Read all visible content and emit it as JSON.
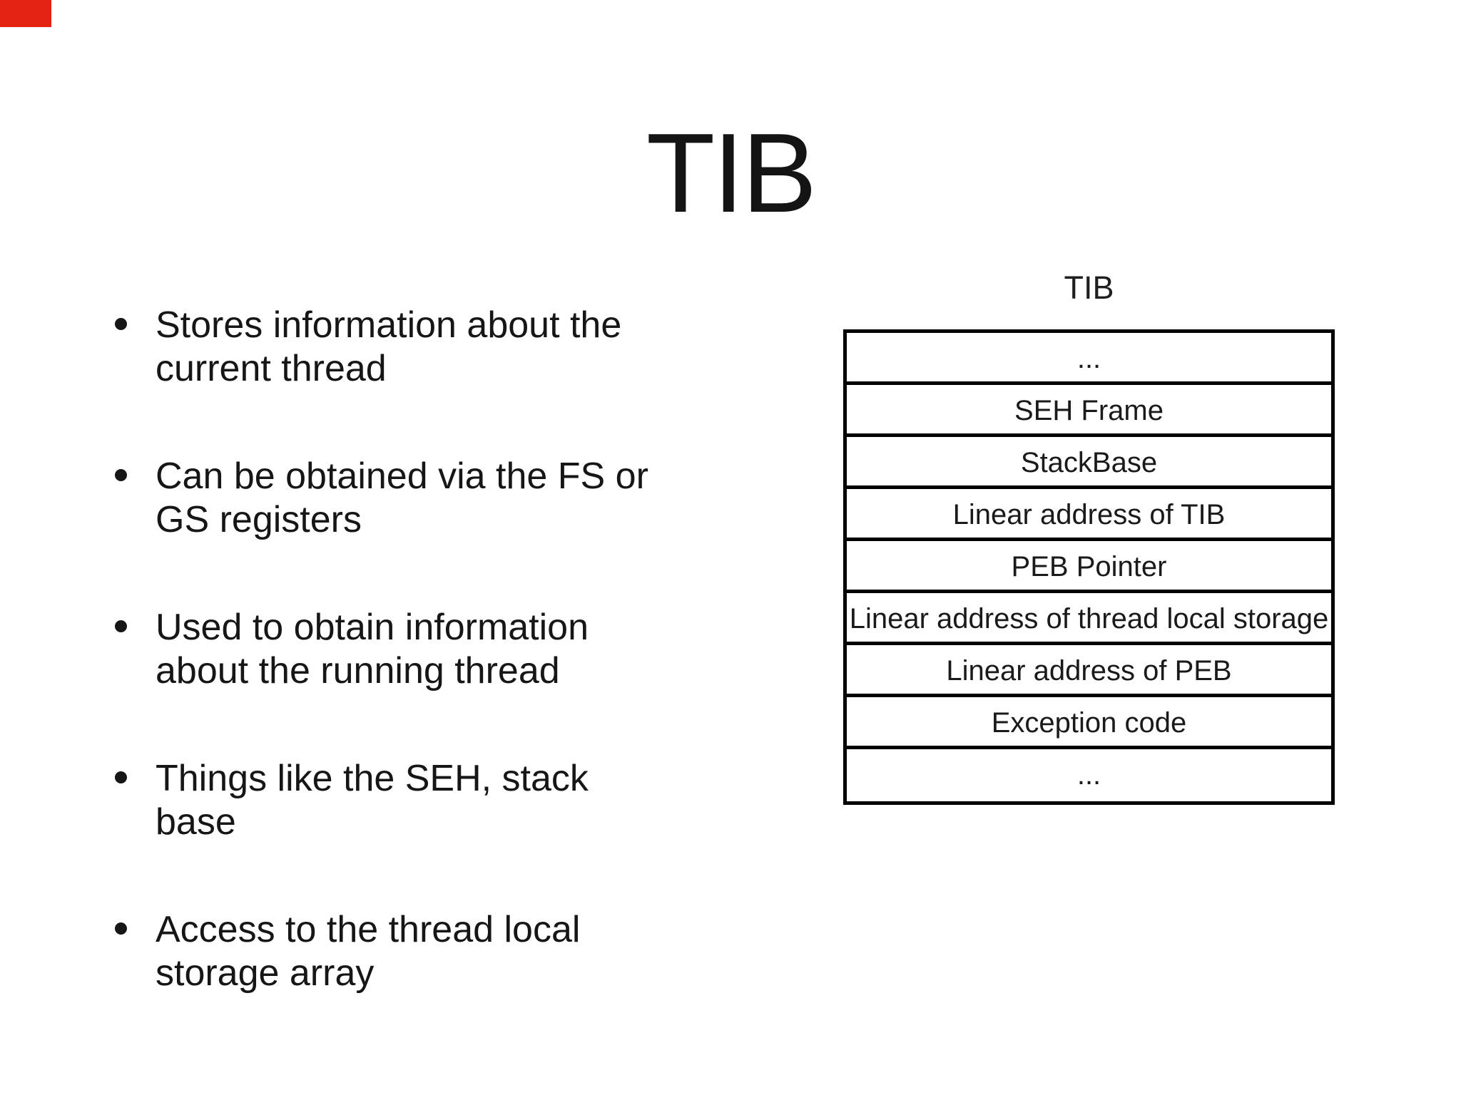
{
  "slide": {
    "title": "TIB",
    "corner_marker_color": "#e42313"
  },
  "bullets": [
    {
      "lines": [
        "Stores information about the",
        "current thread"
      ]
    },
    {
      "lines": [
        "Can be obtained via the FS or",
        "GS registers"
      ]
    },
    {
      "lines": [
        "Used to obtain information",
        "about the running thread"
      ]
    },
    {
      "lines": [
        "Things like the SEH, stack",
        "base"
      ]
    },
    {
      "lines": [
        "Access to the thread local",
        "storage array"
      ]
    }
  ],
  "diagram": {
    "label": "TIB",
    "rows": [
      "...",
      "SEH Frame",
      "StackBase",
      "Linear address of TIB",
      "PEB Pointer",
      "Linear address of thread local storage",
      "Linear address of PEB",
      "Exception code",
      "..."
    ],
    "border_color": "#000000"
  }
}
